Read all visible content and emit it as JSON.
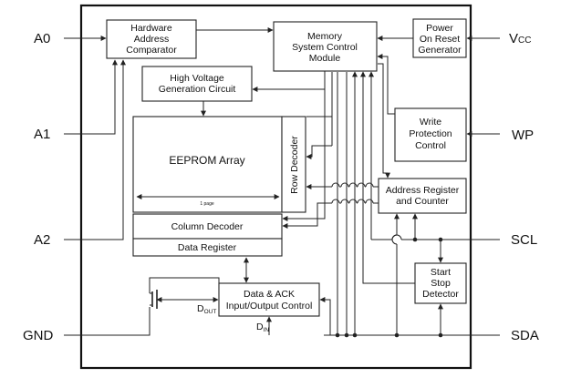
{
  "pins_left": {
    "a0": "A0",
    "a1": "A1",
    "a2": "A2",
    "gnd": "GND"
  },
  "pins_right": {
    "vcc_main": "V",
    "vcc_sub": "CC",
    "wp": "WP",
    "scl": "SCL",
    "sda": "SDA"
  },
  "blocks": {
    "hw_comparator": [
      "Hardware",
      "Address",
      "Comparator"
    ],
    "memory_control": [
      "Memory",
      "System Control",
      "Module"
    ],
    "power_on_reset": [
      "Power",
      "On Reset",
      "Generator"
    ],
    "high_voltage": [
      "High Voltage",
      "Generation Circuit"
    ],
    "write_protection": [
      "Write",
      "Protection",
      "Control"
    ],
    "eeprom_array": "EEPROM Array",
    "page_label": "1 page",
    "row_decoder": "Row Decoder",
    "address_register": [
      "Address Register",
      "and Counter"
    ],
    "column_decoder": "Column Decoder",
    "data_register": "Data Register",
    "start_stop": [
      "Start",
      "Stop",
      "Detector"
    ],
    "data_ack": [
      "Data & ACK",
      "Input/Output Control"
    ]
  },
  "signals": {
    "dout_main": "D",
    "dout_sub": "OUT",
    "din_main": "D",
    "din_sub": "IN"
  }
}
